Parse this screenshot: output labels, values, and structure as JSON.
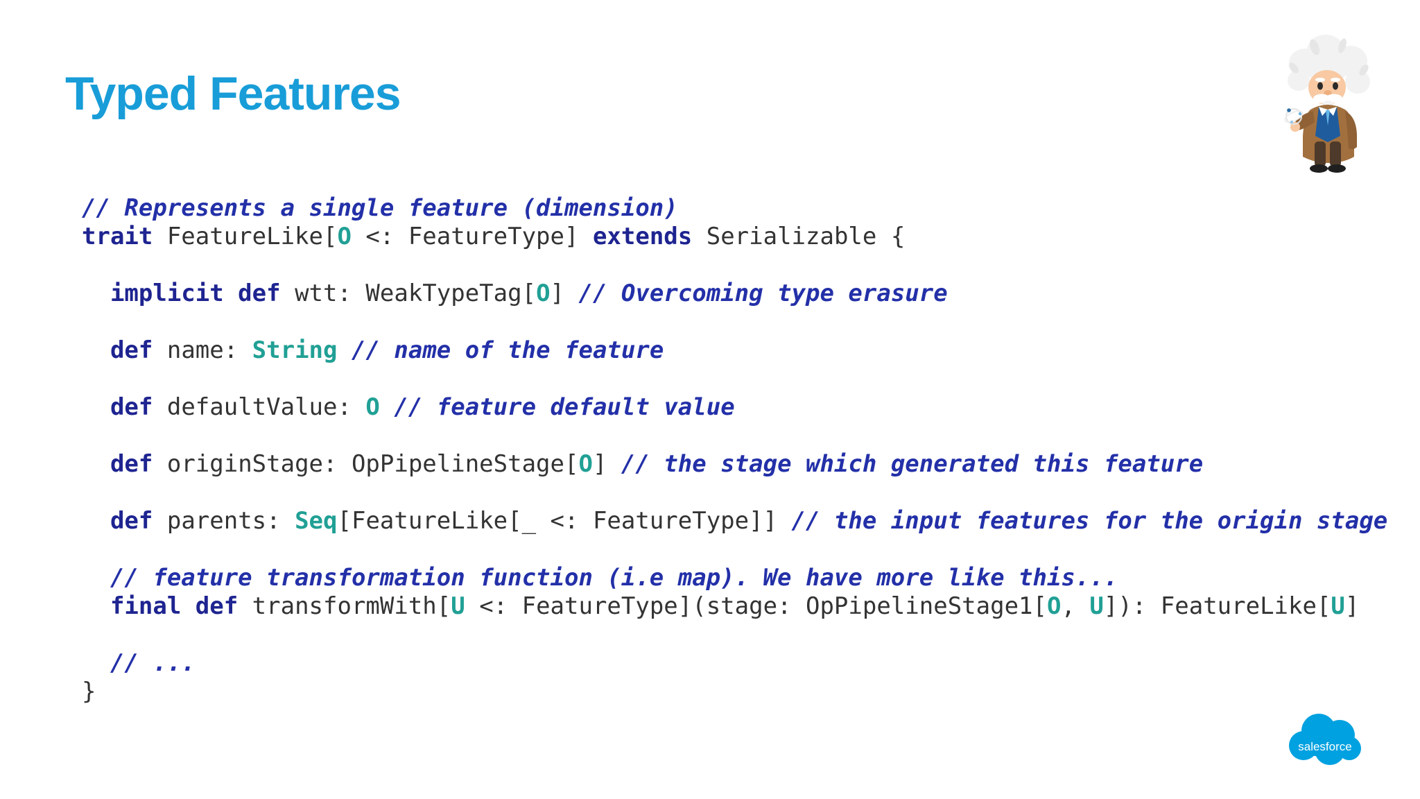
{
  "slide": {
    "title": "Typed Features"
  },
  "colors": {
    "title": "#189DD8",
    "keyword": "#1E2490",
    "comment": "#2330A8",
    "type": "#21A095",
    "plain": "#333333",
    "logo_blue": "#00A1E0"
  },
  "icons": {
    "mascot": "einstein-mascot",
    "logo": "salesforce-cloud-logo"
  },
  "branding": {
    "logo_text": "salesforce"
  },
  "code": {
    "language": "scala",
    "lines": [
      {
        "segments": [
          {
            "text": "// Represents a single feature (dimension)",
            "style": "comment"
          }
        ]
      },
      {
        "segments": [
          {
            "text": "trait",
            "style": "keyword"
          },
          {
            "text": " FeatureLike[",
            "style": "plain"
          },
          {
            "text": "O",
            "style": "type"
          },
          {
            "text": " <: FeatureType] ",
            "style": "plain"
          },
          {
            "text": "extends",
            "style": "keyword"
          },
          {
            "text": " Serializable {",
            "style": "plain"
          }
        ]
      },
      {
        "segments": []
      },
      {
        "segments": [
          {
            "text": "  ",
            "style": "plain"
          },
          {
            "text": "implicit def",
            "style": "keyword"
          },
          {
            "text": " wtt: WeakTypeTag[",
            "style": "plain"
          },
          {
            "text": "O",
            "style": "type"
          },
          {
            "text": "] ",
            "style": "plain"
          },
          {
            "text": "// Overcoming type erasure",
            "style": "comment"
          }
        ]
      },
      {
        "segments": []
      },
      {
        "segments": [
          {
            "text": "  ",
            "style": "plain"
          },
          {
            "text": "def",
            "style": "keyword"
          },
          {
            "text": " name: ",
            "style": "plain"
          },
          {
            "text": "String",
            "style": "type"
          },
          {
            "text": " ",
            "style": "plain"
          },
          {
            "text": "// name of the feature",
            "style": "comment"
          }
        ]
      },
      {
        "segments": []
      },
      {
        "segments": [
          {
            "text": "  ",
            "style": "plain"
          },
          {
            "text": "def",
            "style": "keyword"
          },
          {
            "text": " defaultValue: ",
            "style": "plain"
          },
          {
            "text": "O",
            "style": "type"
          },
          {
            "text": " ",
            "style": "plain"
          },
          {
            "text": "// feature default value",
            "style": "comment"
          }
        ]
      },
      {
        "segments": []
      },
      {
        "segments": [
          {
            "text": "  ",
            "style": "plain"
          },
          {
            "text": "def",
            "style": "keyword"
          },
          {
            "text": " originStage: OpPipelineStage[",
            "style": "plain"
          },
          {
            "text": "O",
            "style": "type"
          },
          {
            "text": "] ",
            "style": "plain"
          },
          {
            "text": "// the stage which generated this feature",
            "style": "comment"
          }
        ]
      },
      {
        "segments": []
      },
      {
        "segments": [
          {
            "text": "  ",
            "style": "plain"
          },
          {
            "text": "def",
            "style": "keyword"
          },
          {
            "text": " parents: ",
            "style": "plain"
          },
          {
            "text": "Seq",
            "style": "type"
          },
          {
            "text": "[FeatureLike[_ <: FeatureType]] ",
            "style": "plain"
          },
          {
            "text": "// the input features for the origin stage",
            "style": "comment"
          }
        ]
      },
      {
        "segments": []
      },
      {
        "segments": [
          {
            "text": "  ",
            "style": "plain"
          },
          {
            "text": "// feature transformation function (i.e map). We have more like this...",
            "style": "comment"
          }
        ]
      },
      {
        "segments": [
          {
            "text": "  ",
            "style": "plain"
          },
          {
            "text": "final def",
            "style": "keyword"
          },
          {
            "text": " transformWith[",
            "style": "plain"
          },
          {
            "text": "U",
            "style": "type"
          },
          {
            "text": " <: FeatureType](stage: OpPipelineStage1[",
            "style": "plain"
          },
          {
            "text": "O",
            "style": "type"
          },
          {
            "text": ", ",
            "style": "plain"
          },
          {
            "text": "U",
            "style": "type"
          },
          {
            "text": "]): FeatureLike[",
            "style": "plain"
          },
          {
            "text": "U",
            "style": "type"
          },
          {
            "text": "]",
            "style": "plain"
          }
        ]
      },
      {
        "segments": []
      },
      {
        "segments": [
          {
            "text": "  ",
            "style": "plain"
          },
          {
            "text": "// ...",
            "style": "comment"
          }
        ]
      },
      {
        "segments": [
          {
            "text": "}",
            "style": "plain"
          }
        ]
      }
    ]
  }
}
